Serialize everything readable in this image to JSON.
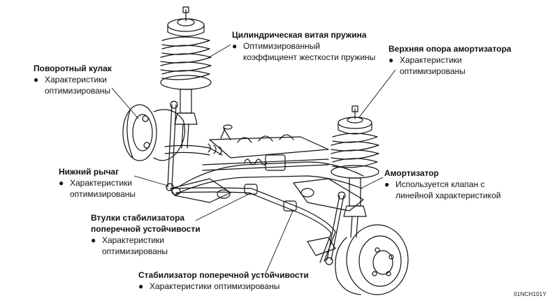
{
  "bullet": "●",
  "labels": {
    "knuckle": {
      "title": "Поворотный кулак",
      "line1": "Характеристики",
      "line2": "оптимизированы"
    },
    "spring": {
      "title": "Цилиндрическая витая пружина",
      "line1": "Оптимизированный",
      "line2": "коэффициент жесткости пружины"
    },
    "mount": {
      "title": "Верхняя опора амортизатора",
      "line1": "Характеристики",
      "line2": "оптимизированы"
    },
    "lower_arm": {
      "title": "Нижний рычаг",
      "line1": "Характеристики",
      "line2": "оптимизированы"
    },
    "shock": {
      "title": "Амортизатор",
      "line1": "Используется клапан с",
      "line2": "линейной характеристикой"
    },
    "bushings": {
      "title1": "Втулки стабилизатора",
      "title2": "поперечной устойчивости",
      "line1": "Характеристики",
      "line2": "оптимизированы"
    },
    "stabilizer": {
      "title": "Стабилизатор поперечной устойчивости",
      "line1": "Характеристики оптимизированы"
    }
  },
  "figure_code": "01NCH101Y"
}
